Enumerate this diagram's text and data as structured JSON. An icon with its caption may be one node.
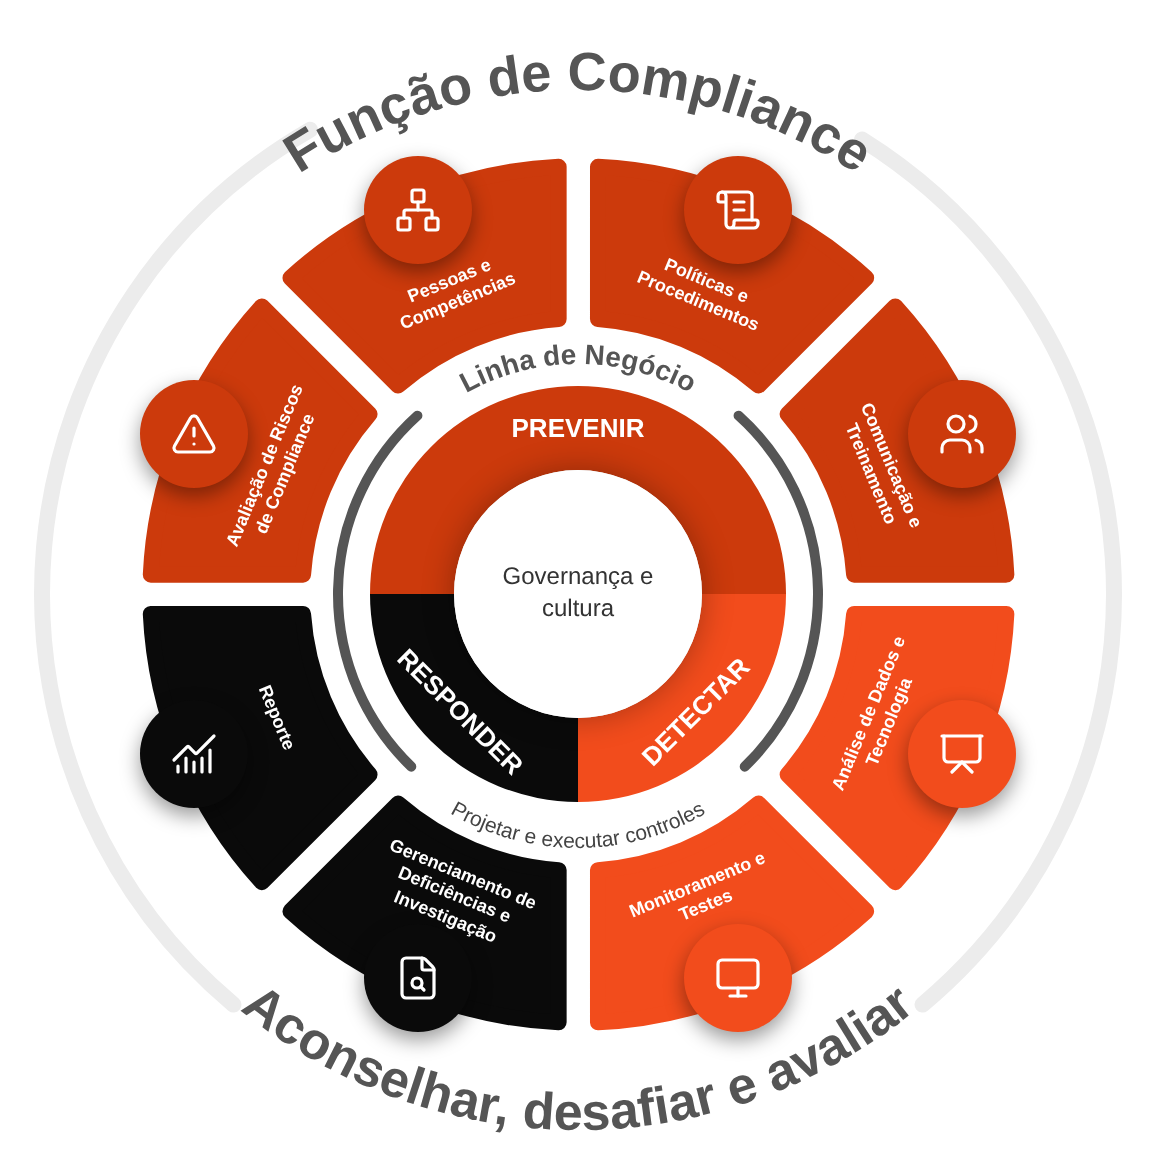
{
  "diagram": {
    "title": "Função de Compliance",
    "nodes": [
      {
        "text": [
          "Pessoas e Competências"
        ]
      },
      {
        "text": [
          "Políticas e Procedimentos"
        ]
      },
      {
        "text": [
          "Avaliação de Riscos de Compliance"
        ]
      },
      {
        "text": [
          "Comunicação e Treinamento"
        ]
      },
      {
        "text": [
          "PREVENIR"
        ]
      },
      {
        "text": [
          "Governança e cultura"
        ]
      },
      {
        "text": [
          "RESPONDER"
        ]
      },
      {
        "text": [
          "DETECTAR"
        ]
      },
      {
        "text": [
          "Reporte"
        ]
      },
      {
        "text": [
          "Análise de Dados e Tecnologia"
        ]
      },
      {
        "text": [
          "Gerenciamento de Deficiências e Investigação"
        ]
      },
      {
        "text": [
          "Monitoramento e Testes"
        ]
      }
    ],
    "labels": [
      "Linha de Negócio",
      "Projetar e executar controles",
      "Aconselhar, desafiar e avaliar"
    ]
  }
}
